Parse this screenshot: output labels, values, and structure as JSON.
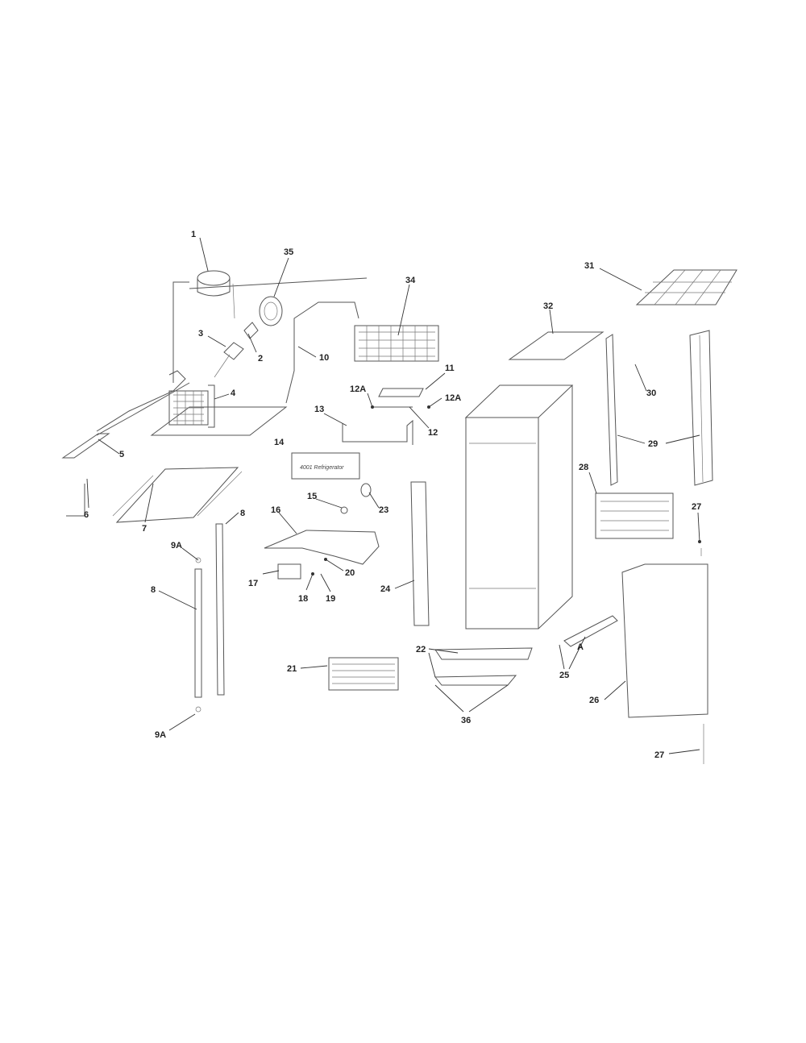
{
  "diagram": {
    "callouts": {
      "c1": "1",
      "c2": "2",
      "c3": "3",
      "c4": "4",
      "c5": "5",
      "c6": "6",
      "c7": "7",
      "c8a": "8",
      "c8b": "8",
      "c9A_top": "9A",
      "c9A_bot": "9A",
      "c10": "10",
      "c11": "11",
      "c12": "12",
      "c12A_left": "12A",
      "c12A_right": "12A",
      "c13": "13",
      "c14": "14",
      "c15": "15",
      "c16": "16",
      "c17": "17",
      "c18": "18",
      "c19": "19",
      "c20": "20",
      "c21": "21",
      "c22": "22",
      "c23": "23",
      "c24": "24",
      "c25": "25",
      "c26": "26",
      "c27_top": "27",
      "c27_bot": "27",
      "c28": "28",
      "c29": "29",
      "c30": "30",
      "c31": "31",
      "c32": "32",
      "c34": "34",
      "c35": "35",
      "c36": "36",
      "cA": "A"
    },
    "plate_text": "4001 Refrigerator"
  }
}
